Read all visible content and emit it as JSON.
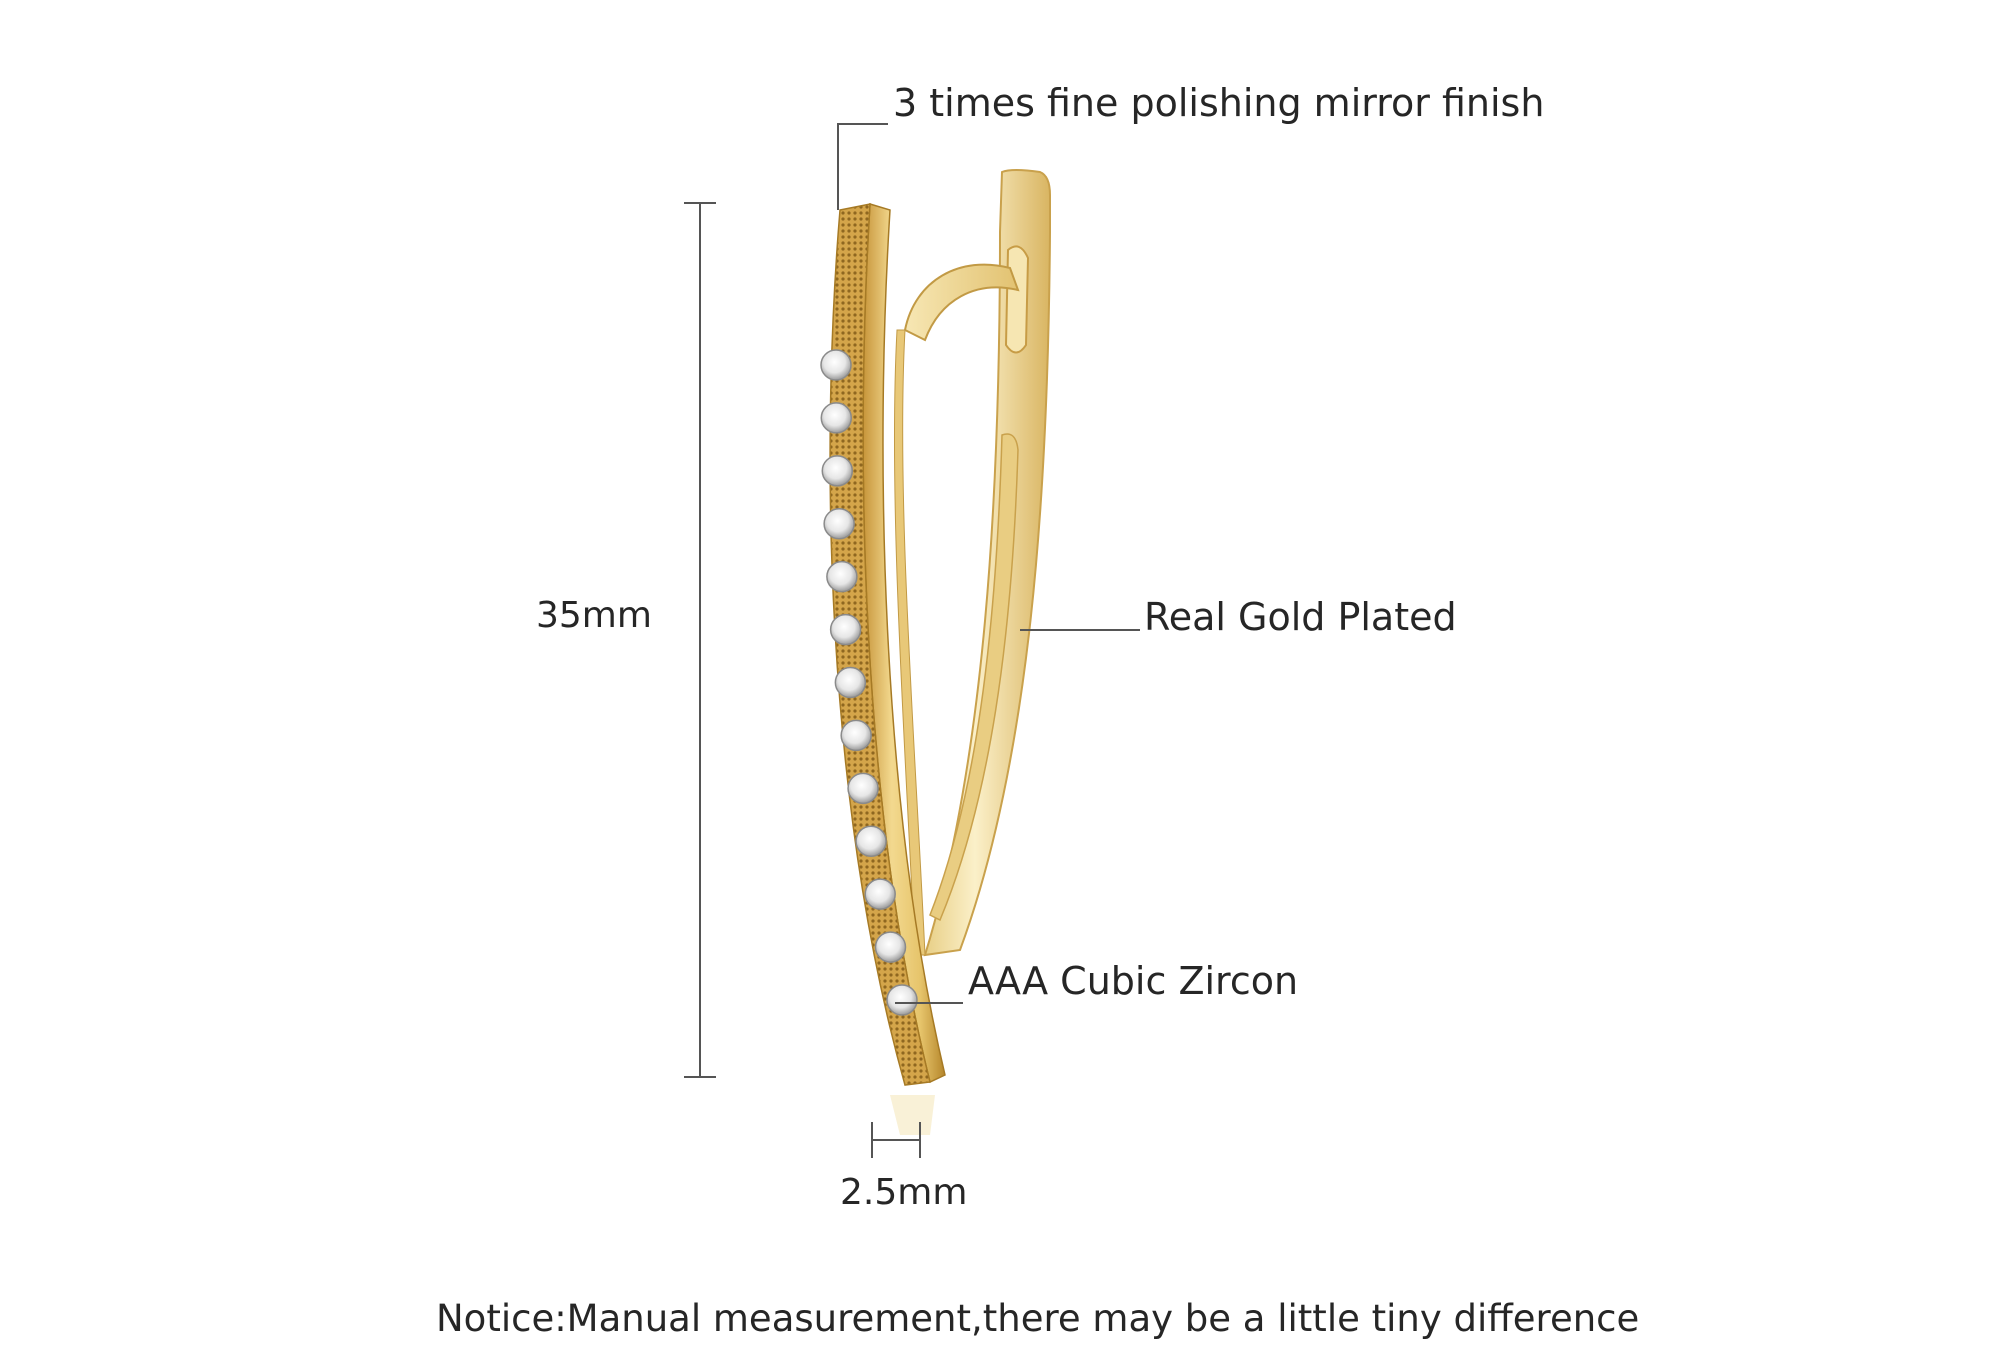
{
  "callouts": {
    "polishing": "3 times fine polishing mirror finish",
    "plating": "Real Gold Plated",
    "stones": "AAA Cubic Zircon"
  },
  "dimensions": {
    "height": "35mm",
    "width": "2.5mm"
  },
  "notice": "Notice:Manual measurement,there may be a little tiny difference",
  "colors": {
    "gold_light": "#f4e2a8",
    "gold_mid": "#e4c46e",
    "gold_dark": "#b88a2c",
    "line": "#555555"
  }
}
